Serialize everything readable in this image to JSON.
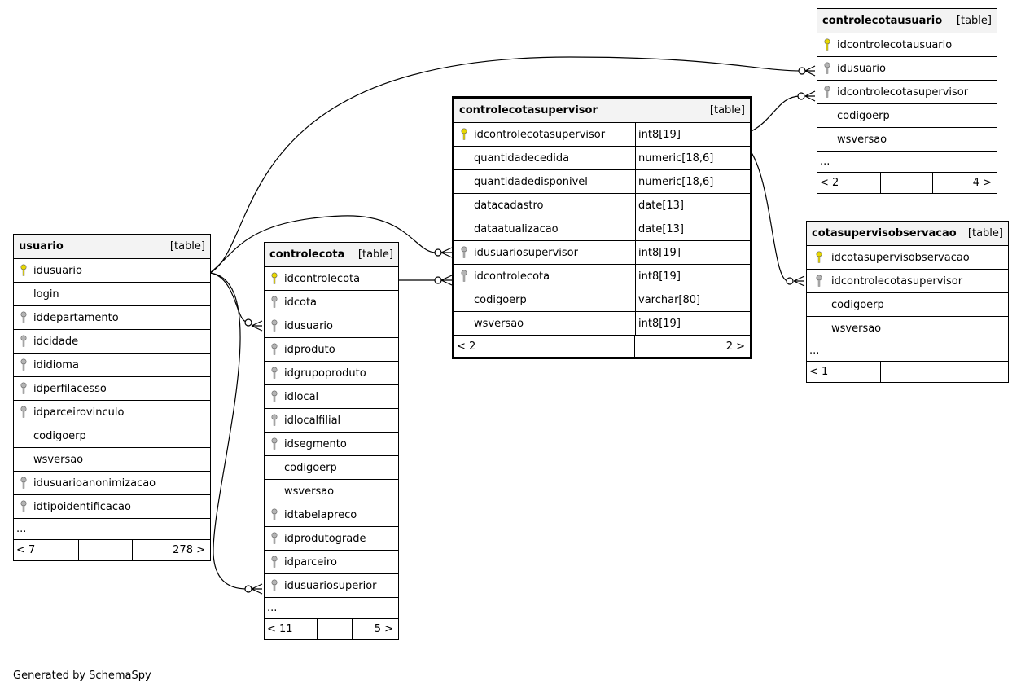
{
  "credit": "Generated by SchemaSpy",
  "tables": {
    "usuario": {
      "name": "usuario",
      "kind": "[table]",
      "columns": [
        {
          "name": "idusuario",
          "key": "pk"
        },
        {
          "name": "login",
          "key": ""
        },
        {
          "name": "iddepartamento",
          "key": "fk"
        },
        {
          "name": "idcidade",
          "key": "fk"
        },
        {
          "name": "ididioma",
          "key": "fk"
        },
        {
          "name": "idperfilacesso",
          "key": "fk"
        },
        {
          "name": "idparceirovinculo",
          "key": "fk"
        },
        {
          "name": "codigoerp",
          "key": ""
        },
        {
          "name": "wsversao",
          "key": ""
        },
        {
          "name": "idusuarioanonimizacao",
          "key": "fk"
        },
        {
          "name": "idtipoidentificacao",
          "key": "fk"
        }
      ],
      "ellipsis": "...",
      "footer": {
        "left": "< 7",
        "right": "278 >"
      }
    },
    "controlecota": {
      "name": "controlecota",
      "kind": "[table]",
      "columns": [
        {
          "name": "idcontrolecota",
          "key": "pk"
        },
        {
          "name": "idcota",
          "key": "fk"
        },
        {
          "name": "idusuario",
          "key": "fk"
        },
        {
          "name": "idproduto",
          "key": "fk"
        },
        {
          "name": "idgrupoproduto",
          "key": "fk"
        },
        {
          "name": "idlocal",
          "key": "fk"
        },
        {
          "name": "idlocalfilial",
          "key": "fk"
        },
        {
          "name": "idsegmento",
          "key": "fk"
        },
        {
          "name": "codigoerp",
          "key": ""
        },
        {
          "name": "wsversao",
          "key": ""
        },
        {
          "name": "idtabelapreco",
          "key": "fk"
        },
        {
          "name": "idprodutograde",
          "key": "fk"
        },
        {
          "name": "idparceiro",
          "key": "fk"
        },
        {
          "name": "idusuariosuperior",
          "key": "fk"
        }
      ],
      "ellipsis": "...",
      "footer": {
        "left": "< 11",
        "right": "5 >"
      }
    },
    "controlecotasupervisor": {
      "name": "controlecotasupervisor",
      "kind": "[table]",
      "columns": [
        {
          "name": "idcontrolecotasupervisor",
          "key": "pk",
          "type": "int8[19]"
        },
        {
          "name": "quantidadecedida",
          "key": "",
          "type": "numeric[18,6]"
        },
        {
          "name": "quantidadedisponivel",
          "key": "",
          "type": "numeric[18,6]"
        },
        {
          "name": "datacadastro",
          "key": "",
          "type": "date[13]"
        },
        {
          "name": "dataatualizacao",
          "key": "",
          "type": "date[13]"
        },
        {
          "name": "idusuariosupervisor",
          "key": "fk",
          "type": "int8[19]"
        },
        {
          "name": "idcontrolecota",
          "key": "fk",
          "type": "int8[19]"
        },
        {
          "name": "codigoerp",
          "key": "",
          "type": "varchar[80]"
        },
        {
          "name": "wsversao",
          "key": "",
          "type": "int8[19]"
        }
      ],
      "footer": {
        "left": "< 2",
        "right": "2 >"
      }
    },
    "controlecotausuario": {
      "name": "controlecotausuario",
      "kind": "[table]",
      "columns": [
        {
          "name": "idcontrolecotausuario",
          "key": "pk"
        },
        {
          "name": "idusuario",
          "key": "fk"
        },
        {
          "name": "idcontrolecotasupervisor",
          "key": "fk"
        },
        {
          "name": "codigoerp",
          "key": ""
        },
        {
          "name": "wsversao",
          "key": ""
        }
      ],
      "ellipsis": "...",
      "footer": {
        "left": "< 2",
        "right": "4 >"
      }
    },
    "cotasupervisobservacao": {
      "name": "cotasupervisobservacao",
      "kind": "[table]",
      "columns": [
        {
          "name": "idcotasupervisobservacao",
          "key": "pk"
        },
        {
          "name": "idcontrolecotasupervisor",
          "key": "fk"
        },
        {
          "name": "codigoerp",
          "key": ""
        },
        {
          "name": "wsversao",
          "key": ""
        }
      ],
      "ellipsis": "...",
      "footer": {
        "left": "< 1",
        "right": ""
      }
    }
  },
  "colors": {
    "pk_key": "#e8d800",
    "fk_key": "#b4b4b4",
    "header_bg": "#f3f3f3",
    "line": "#000000"
  }
}
